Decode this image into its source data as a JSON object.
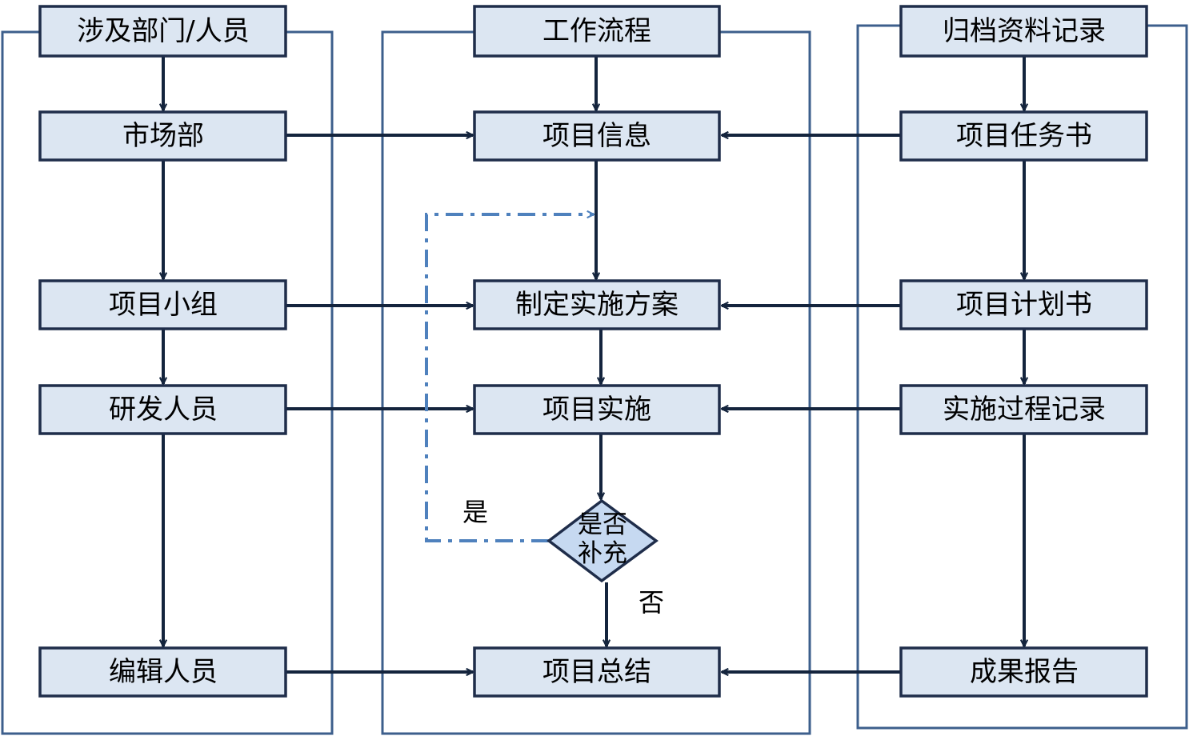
{
  "columns": {
    "departments": {
      "header": "涉及部门/人员",
      "items": [
        "市场部",
        "项目小组",
        "研发人员",
        "编辑人员"
      ]
    },
    "workflow": {
      "header": "工作流程",
      "items": [
        "项目信息",
        "制定实施方案",
        "项目实施",
        "项目总结"
      ],
      "decision": {
        "line1": "是否",
        "line2": "补充",
        "yes_label": "是",
        "no_label": "否"
      }
    },
    "archive": {
      "header": "归档资料记录",
      "items": [
        "项目任务书",
        "项目计划书",
        "实施过程记录",
        "成果报告"
      ]
    }
  },
  "colors": {
    "box_fill": "#dce6f2",
    "box_stroke": "#1f2d4a",
    "column_border": "#3d5f8c",
    "arrow": "#14243d",
    "loop_arrow": "#4f81bd"
  }
}
